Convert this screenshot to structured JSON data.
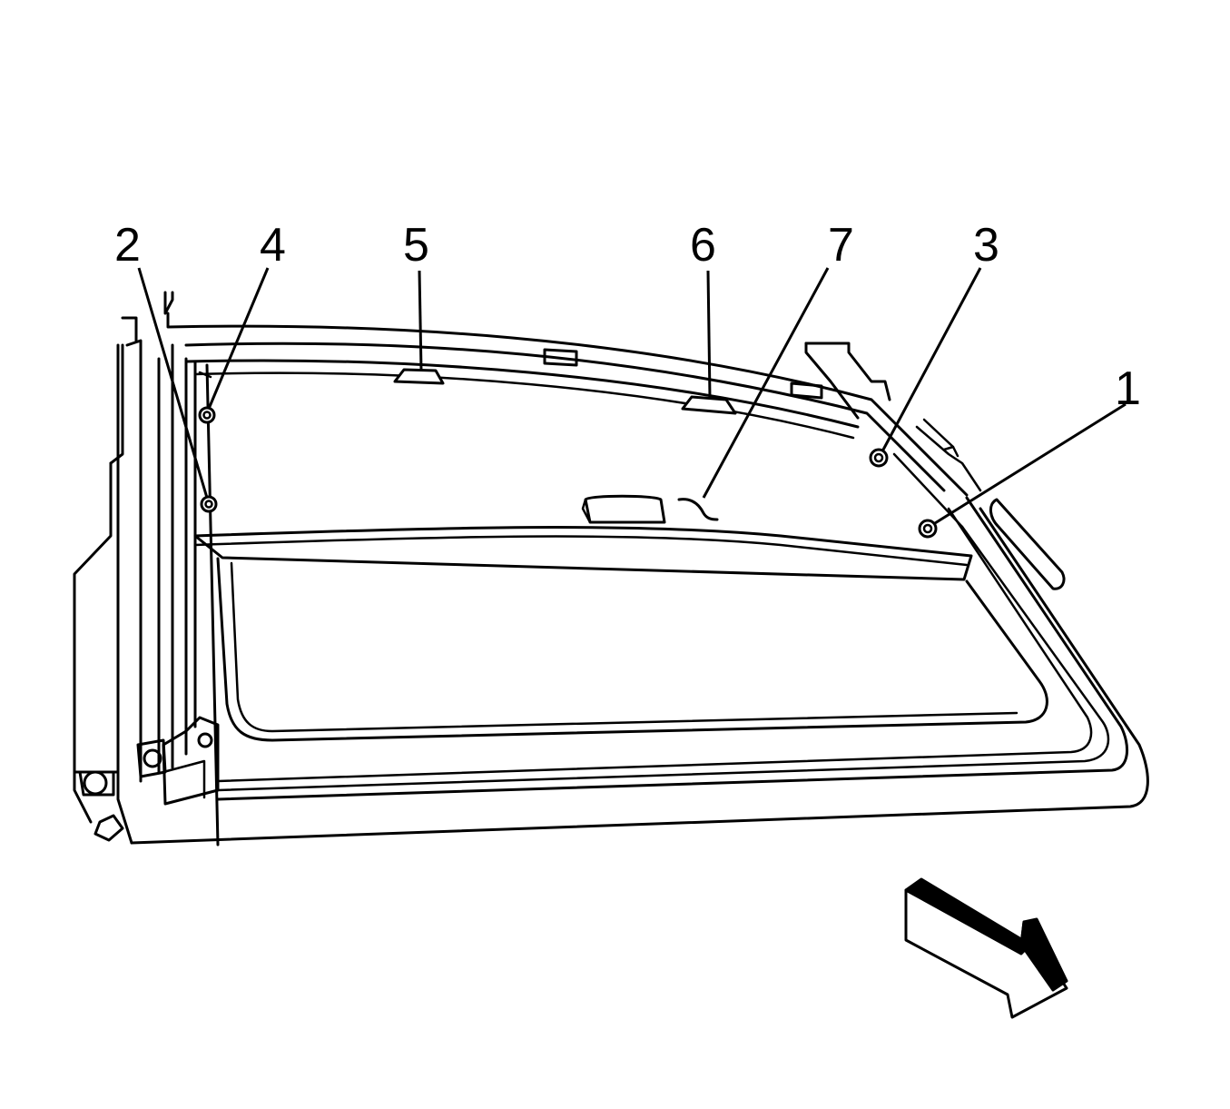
{
  "callouts": [
    {
      "label": "1"
    },
    {
      "label": "2"
    },
    {
      "label": "3"
    },
    {
      "label": "4"
    },
    {
      "label": "5"
    },
    {
      "label": "6"
    },
    {
      "label": "7"
    }
  ],
  "colors": {
    "line": "#000000",
    "background": "#ffffff"
  }
}
